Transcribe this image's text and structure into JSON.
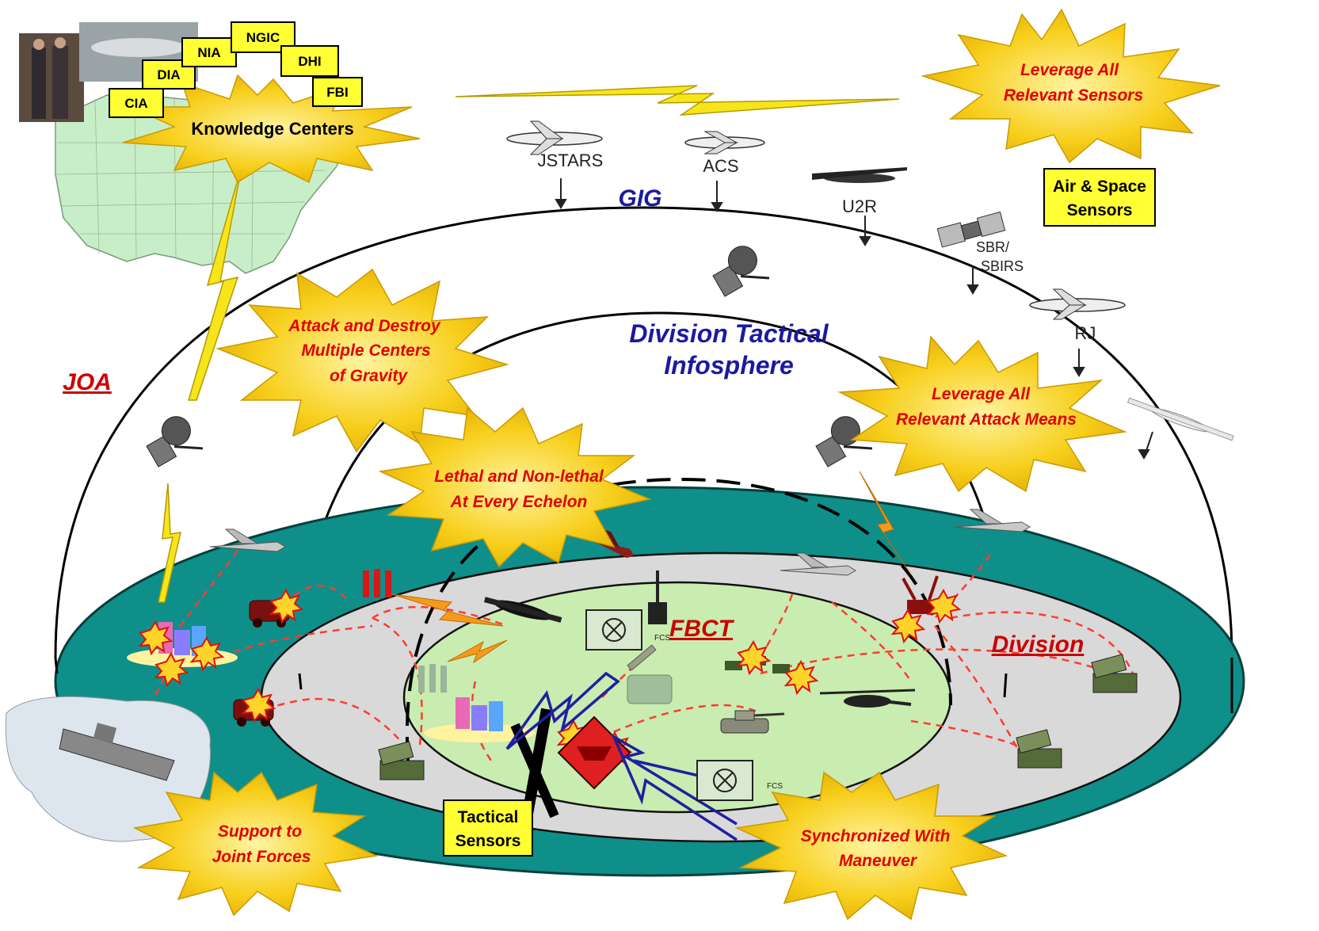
{
  "knowledge_centers": {
    "title": "Knowledge Centers",
    "agencies": [
      "CIA",
      "DIA",
      "NIA",
      "NGIC",
      "DHI",
      "FBI"
    ]
  },
  "starbursts": {
    "leverage_sensors": [
      "Leverage All",
      "Relevant Sensors"
    ],
    "attack_destroy": [
      "Attack and Destroy",
      "Multiple Centers",
      "of Gravity"
    ],
    "lethal": [
      "Lethal and Non-lethal",
      "At Every Echelon"
    ],
    "leverage_attack": [
      "Leverage All",
      "Relevant Attack Means"
    ],
    "support": [
      "Support to",
      "Joint Forces"
    ],
    "synchronized": [
      "Synchronized With",
      "Maneuver"
    ]
  },
  "boxes": {
    "air_space": [
      "Air & Space",
      "Sensors"
    ],
    "tactical": [
      "Tactical",
      "Sensors"
    ]
  },
  "regions": {
    "gig": "GIG",
    "infosphere": [
      "Division Tactical",
      "Infosphere"
    ],
    "joa": "JOA",
    "fbct": "FBCT",
    "division": "Division"
  },
  "sensors": {
    "jstars": "JSTARS",
    "acs": "ACS",
    "u2r": "U2R",
    "sbr": [
      "SBR/",
      "SBIRS"
    ],
    "rj": "RJ"
  },
  "fcs_labels": [
    "FCS",
    "FCS"
  ],
  "colors": {
    "teal": "#0e8f8a",
    "gray_ring": "#d9d9d9",
    "light_green": "#c9ecb0",
    "burst_yellow": "#f7cf1c",
    "burst_red_text": "#e00000",
    "blue_text": "#1a1aa0",
    "box_yellow": "#ffff33"
  }
}
